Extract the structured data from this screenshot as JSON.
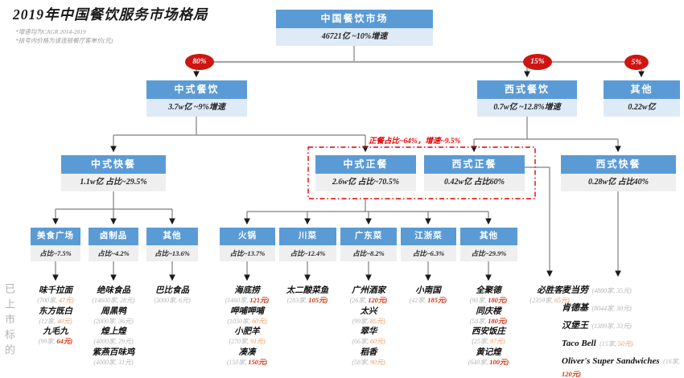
{
  "title": "2019年中国餐饮服务市场格局",
  "notes": [
    "*增速均为CAGR 2014-2019",
    "*括号内价格为该连锁餐厅客单价(元)"
  ],
  "side_label": "已上市标的",
  "share_badges": {
    "chinese": "80%",
    "western": "15%",
    "other": "5%"
  },
  "formal_dining_note": "正餐占比~64%，增速~9.5%",
  "colors": {
    "header_blue": "#5b9bd5",
    "value_blue": "#deeaf6",
    "value_gray": "#efefef",
    "badge_red": "#ce1512",
    "note_red": "#e50000",
    "price_red": "#d2320e",
    "price_orange": "#e79b62"
  },
  "root": {
    "label": "中国餐饮市场",
    "value": "46721亿 ~10%增速"
  },
  "level2": [
    {
      "label": "中式餐饮",
      "value": "3.7w亿 ~9%增速"
    },
    {
      "label": "西式餐饮",
      "value": "0.7w亿 ~12.8%增速"
    },
    {
      "label": "其他",
      "value": "0.22w亿"
    }
  ],
  "level3": [
    {
      "label": "中式快餐",
      "value": "1.1w亿 占比~29.5%"
    },
    {
      "label": "中式正餐",
      "value": "2.6w亿 占比~70.5%"
    },
    {
      "label": "西式正餐",
      "value": "0.42w亿 占比60%"
    },
    {
      "label": "西式快餐",
      "value": "0.28w亿 占比40%"
    }
  ],
  "level4": [
    {
      "label": "美食广场",
      "value": "占比~7.5%"
    },
    {
      "label": "卤制品",
      "value": "占比~4.2%"
    },
    {
      "label": "其他",
      "value": "占比~13.6%"
    },
    {
      "label": "火锅",
      "value": "占比~13.7%"
    },
    {
      "label": "川菜",
      "value": "占比~12.4%"
    },
    {
      "label": "广东菜",
      "value": "占比~8.2%"
    },
    {
      "label": "江浙菜",
      "value": "占比~6.3%"
    },
    {
      "label": "其他",
      "value": "占比~29.9%"
    }
  ],
  "brands": {
    "food_court": [
      {
        "name": "味千拉面",
        "count": "(700家,",
        "price": "47元)",
        "tone": "orange"
      },
      {
        "name": "东方既白",
        "count": "(12家,",
        "price": "40元)",
        "tone": "orange"
      },
      {
        "name": "九毛九",
        "count": "(99家,",
        "price": "64元)",
        "tone": "red"
      }
    ],
    "braised": [
      {
        "name": "绝味食品",
        "count": "(14600家,",
        "price": "28元)",
        "tone": "gray"
      },
      {
        "name": "周黑鸭",
        "count": "(2000家,",
        "price": "36元)",
        "tone": "gray"
      },
      {
        "name": "煌上煌",
        "count": "(4000家,",
        "price": "29元)",
        "tone": "gray"
      },
      {
        "name": "紫燕百味鸡",
        "count": "(4000家,",
        "price": "31元)",
        "tone": "gray"
      }
    ],
    "other_snack": [
      {
        "name": "巴比食品",
        "count": "(3000家,",
        "price": "6元)",
        "tone": "gray"
      }
    ],
    "hotpot": [
      {
        "name": "海底捞",
        "count": "(1460家,",
        "price": "121元)",
        "tone": "red"
      },
      {
        "name": "呷哺呷哺",
        "count": "(1050家,",
        "price": "60元)",
        "tone": "orange"
      },
      {
        "name": "小肥羊",
        "count": "(270家,",
        "price": "91元)",
        "tone": "orange"
      },
      {
        "name": "凑凑",
        "count": "(150家,",
        "price": "150元)",
        "tone": "red"
      }
    ],
    "sichuan": [
      {
        "name": "太二酸菜鱼",
        "count": "(283家,",
        "price": "105元)",
        "tone": "red"
      }
    ],
    "cantonese": [
      {
        "name": "广州酒家",
        "count": "(26家,",
        "price": "120元)",
        "tone": "red"
      },
      {
        "name": "太兴",
        "count": "(99家,",
        "price": "85元)",
        "tone": "orange"
      },
      {
        "name": "翠华",
        "count": "(66家,",
        "price": "60元)",
        "tone": "orange"
      },
      {
        "name": "稻香",
        "count": "(58家,",
        "price": "90元)",
        "tone": "orange"
      }
    ],
    "jiangsu_zhejiang": [
      {
        "name": "小南国",
        "count": "(42家,",
        "price": "185元)",
        "tone": "red"
      }
    ],
    "other_formal": [
      {
        "name": "全聚德",
        "count": "(90家,",
        "price": "180元)",
        "tone": "red"
      },
      {
        "name": "同庆楼",
        "count": "(58家,",
        "price": "180元)",
        "tone": "red"
      },
      {
        "name": "西安饭庄",
        "count": "(25家,",
        "price": "97元)",
        "tone": "orange"
      },
      {
        "name": "黄记煌",
        "count": "(640家,",
        "price": "100元)",
        "tone": "red"
      }
    ],
    "pizza_hut": [
      {
        "name": "必胜客",
        "count": "(2359家,",
        "price": "65元)",
        "tone": "orange"
      }
    ],
    "western_fastfood": [
      {
        "name": "麦当劳",
        "count": "(4880家,",
        "price": "35元)",
        "tone": "gray"
      },
      {
        "name": "肯德基",
        "count": "(8044家,",
        "price": "30元)",
        "tone": "gray"
      },
      {
        "name": "汉堡王",
        "count": "(1389家,",
        "price": "33元)",
        "tone": "gray"
      },
      {
        "name": "Taco Bell",
        "count": "(15家,",
        "price": "50元)",
        "tone": "orange"
      },
      {
        "name": "Oliver's Super Sandwiches",
        "count": "(16家,",
        "price": "120元)",
        "tone": "red"
      }
    ]
  }
}
